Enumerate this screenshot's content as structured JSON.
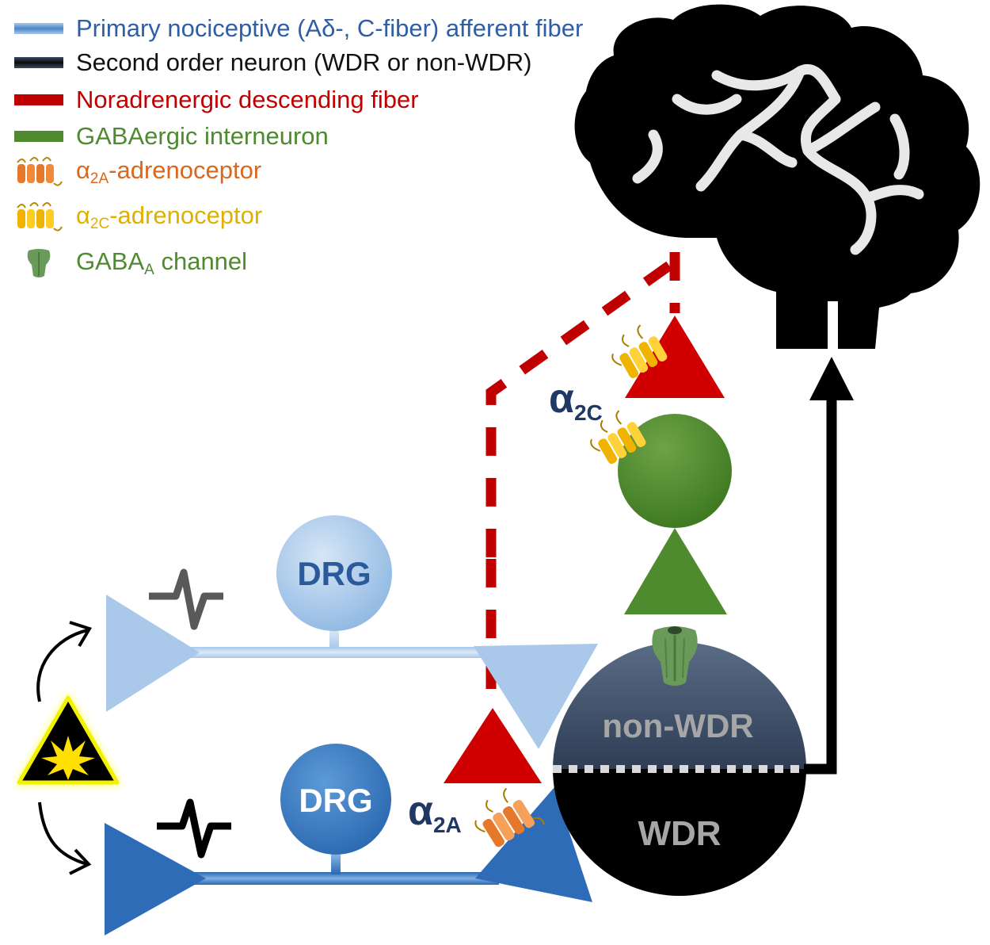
{
  "legend": {
    "primary": {
      "label": "Primary nociceptive (Aδ-, C-fiber) afferent fiber",
      "color": "#2e5fa6"
    },
    "second_order": {
      "label": "Second order neuron (WDR or non-WDR)",
      "color": "#111111"
    },
    "noradrenergic": {
      "label": "Noradrenergic descending fiber",
      "color": "#c00000"
    },
    "gabaergic": {
      "label": "GABAergic interneuron",
      "color": "#4e8a2e"
    },
    "alpha2a": {
      "prefix": "α",
      "sub": "2A",
      "suffix": "-adrenoceptor",
      "color": "#d9681e",
      "icon": "receptor-orange-icon"
    },
    "alpha2c": {
      "prefix": "α",
      "sub": "2C",
      "suffix": "-adrenoceptor",
      "color": "#e0b000",
      "icon": "receptor-yellow-icon"
    },
    "gaba_a": {
      "prefix": "GABA",
      "sub": "A",
      "suffix": " channel",
      "color": "#4e8a2e",
      "icon": "gaba-channel-icon"
    }
  },
  "diagram": {
    "drg_top": "DRG",
    "drg_bottom": "DRG",
    "non_wdr": "non-WDR",
    "wdr": "WDR",
    "alpha2a_label": {
      "prefix": "α",
      "sub": "2A"
    },
    "alpha2c_label": {
      "prefix": "α",
      "sub": "2C"
    },
    "icons": [
      "brain-icon",
      "warning-stimulus-icon",
      "action-potential-icon"
    ]
  }
}
